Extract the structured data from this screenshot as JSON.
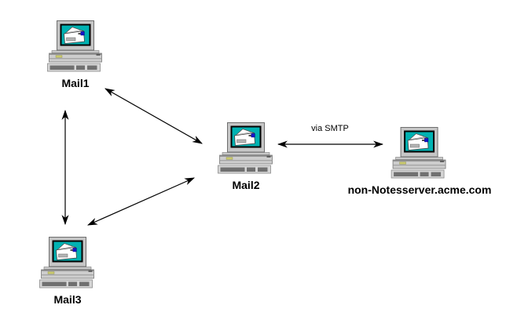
{
  "diagram": {
    "type": "network-topology",
    "background_color": "#ffffff",
    "nodes": [
      {
        "id": "mail1",
        "label": "Mail1",
        "icon": "mail-server-pc-icon"
      },
      {
        "id": "mail2",
        "label": "Mail2",
        "icon": "mail-server-pc-icon"
      },
      {
        "id": "mail3",
        "label": "Mail3",
        "icon": "mail-server-pc-icon"
      },
      {
        "id": "nonnotes",
        "label": "non-Notesserver.acme.com",
        "icon": "mail-server-pc-icon"
      }
    ],
    "edges": [
      {
        "from": "Mail1",
        "to": "Mail3",
        "label": "",
        "bidirectional": true
      },
      {
        "from": "Mail1",
        "to": "Mail2",
        "label": "",
        "bidirectional": true
      },
      {
        "from": "Mail3",
        "to": "Mail2",
        "label": "",
        "bidirectional": true
      },
      {
        "from": "Mail2",
        "to": "non-Notesserver.acme.com",
        "label": "via SMTP",
        "bidirectional": true
      }
    ],
    "colors": {
      "screen_teal": "#00b2b2",
      "stamp_blue": "#1414c8",
      "case_gray": "#c6c6c6",
      "arrow_black": "#000000"
    }
  }
}
